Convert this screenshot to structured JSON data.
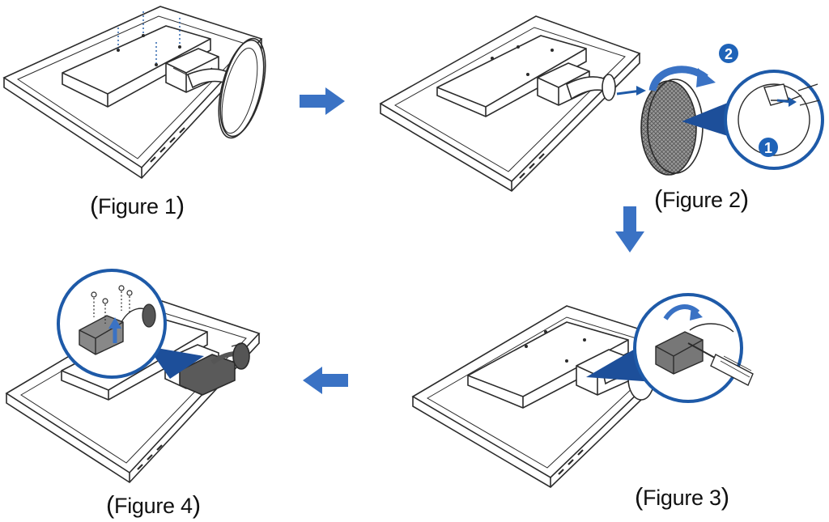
{
  "figures": [
    {
      "label": "(Figure 1)",
      "open": "(",
      "text": "Figure 1",
      "close": ")"
    },
    {
      "label": "(Figure 2)",
      "open": "(",
      "text": "Figure 2",
      "close": ")",
      "callouts": [
        "1",
        "2"
      ]
    },
    {
      "label": "(Figure 3)",
      "open": "(",
      "text": "Figure 3",
      "close": ")"
    },
    {
      "label": "(Figure 4)",
      "open": "(",
      "text": "Figure 4",
      "close": ")"
    }
  ],
  "colors": {
    "line": "#2b2b2b",
    "arrow": "#3a72c4",
    "badge": "#1f63b8",
    "magnifier_ring": "#1e5aa8",
    "magnifier_pointer": "#1d4f9a",
    "stand_fill": "#666666",
    "background": "#ffffff"
  },
  "flow_arrows": [
    "right",
    "down",
    "left"
  ]
}
